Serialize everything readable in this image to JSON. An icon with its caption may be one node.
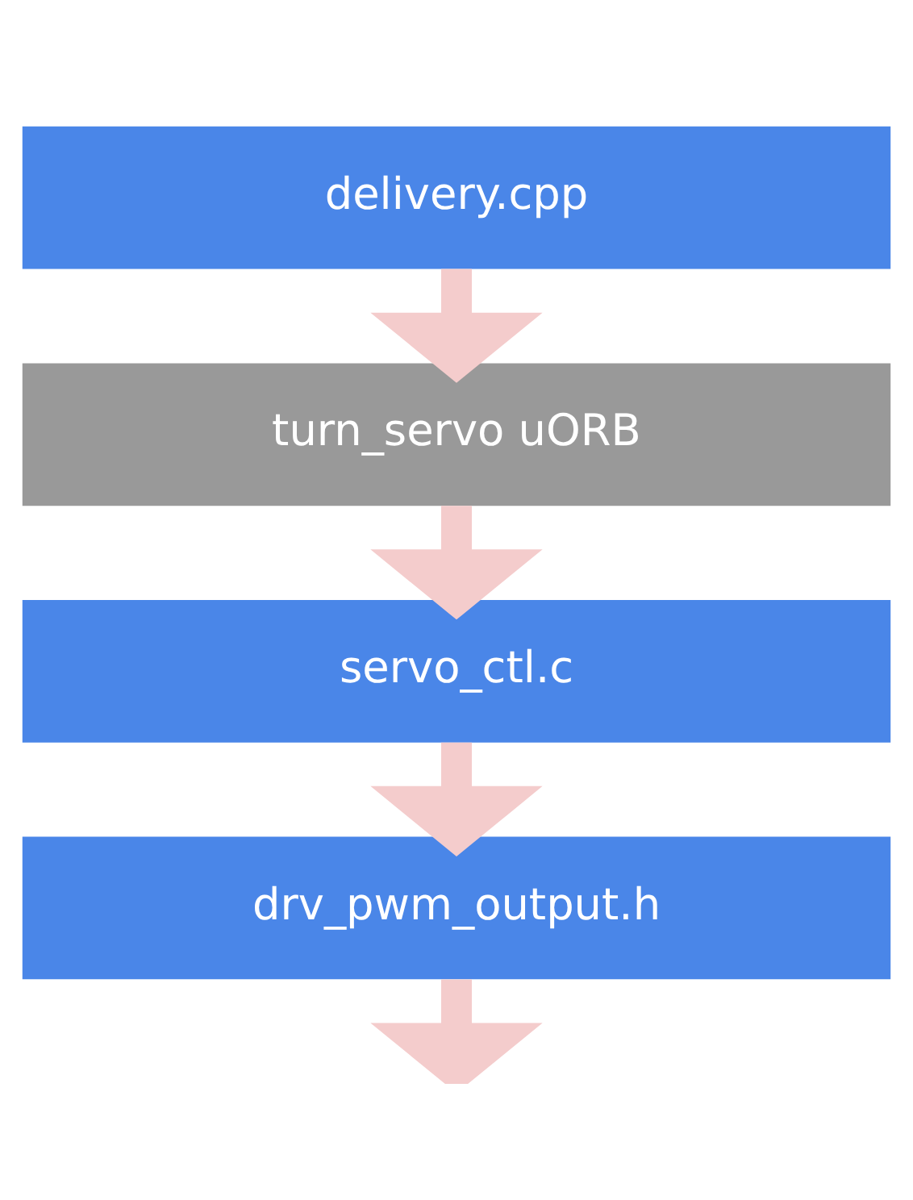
{
  "diagram": {
    "nodes": [
      {
        "text": [
          "delivery.cpp"
        ]
      },
      {
        "text": [
          "turn_servo uORB"
        ]
      },
      {
        "text": [
          "servo_ctl.c"
        ]
      },
      {
        "text": [
          "drv_pwm_output.h"
        ]
      }
    ],
    "edges": [
      {
        "from": 0,
        "to": 1,
        "arrow": "to"
      },
      {
        "from": 1,
        "to": 2,
        "arrow": "to"
      },
      {
        "from": 2,
        "to": 3,
        "arrow": "to"
      },
      {
        "from": 3,
        "to": null,
        "arrow": "to"
      }
    ]
  }
}
